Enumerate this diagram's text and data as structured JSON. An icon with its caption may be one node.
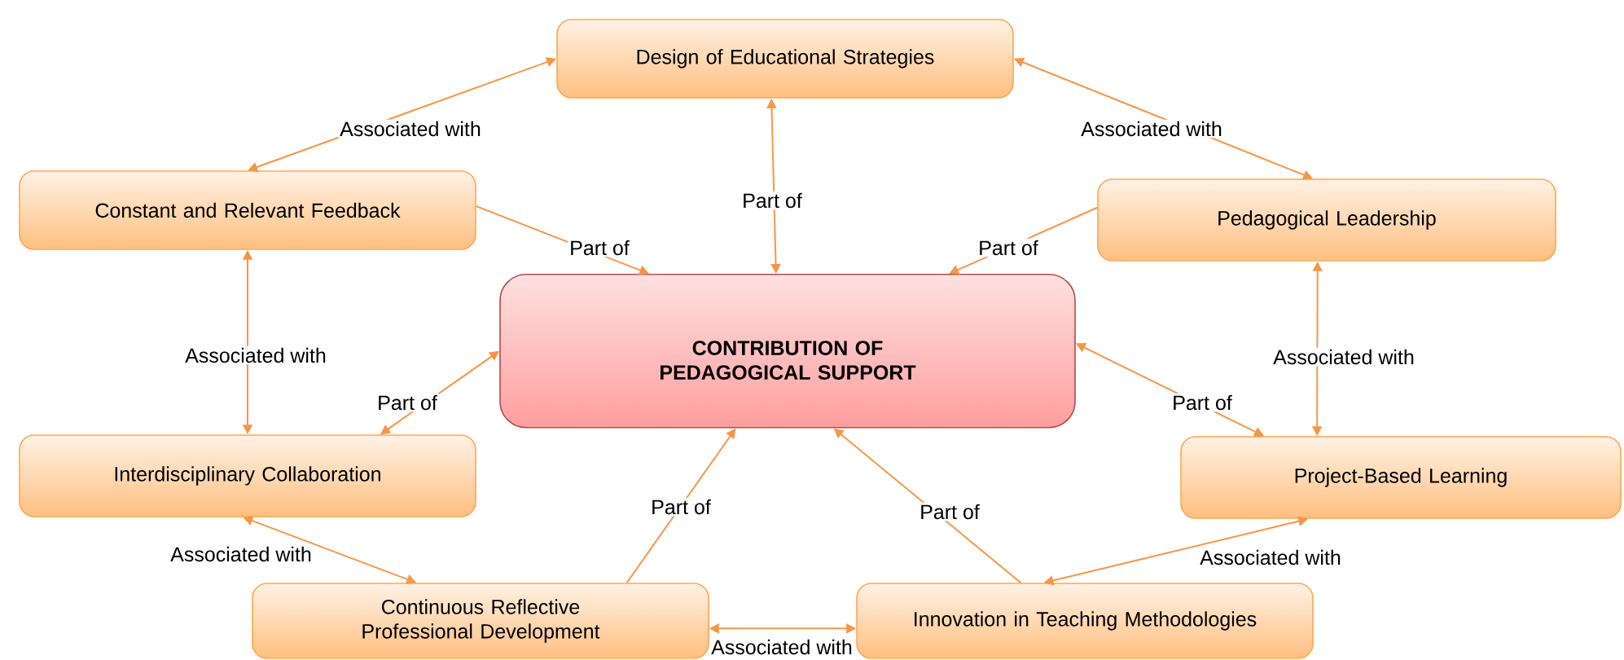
{
  "diagram": {
    "nodes": [
      {
        "text": [
          "Design of Educational Strategies"
        ]
      },
      {
        "text": [
          "Constant and Relevant Feedback"
        ]
      },
      {
        "text": [
          "Pedagogical Leadership"
        ]
      },
      {
        "text": [
          "CONTRIBUTION OF PEDAGOGICAL SUPPORT"
        ]
      },
      {
        "text": [
          "Interdisciplinary Collaboration"
        ]
      },
      {
        "text": [
          "Project-Based Learning"
        ]
      },
      {
        "text": [
          "Continuous Reflective Professional Development"
        ]
      },
      {
        "text": [
          "Innovation in Teaching Methodologies"
        ]
      }
    ],
    "edges": [
      {
        "from": 0,
        "to": 1,
        "arrow": "both",
        "label": "Associated with"
      },
      {
        "from": 0,
        "to": 2,
        "arrow": "both",
        "label": "Associated with"
      },
      {
        "from": 0,
        "to": 3,
        "arrow": "both",
        "label": "Part of"
      },
      {
        "from": 1,
        "to": 3,
        "arrow": "to",
        "label": "Part of"
      },
      {
        "from": 2,
        "to": 3,
        "arrow": "to",
        "label": "Part of"
      },
      {
        "from": 1,
        "to": 4,
        "arrow": "both",
        "label": "Associated with"
      },
      {
        "from": 4,
        "to": 3,
        "arrow": "both",
        "label": "Part of"
      },
      {
        "from": 3,
        "to": 5,
        "arrow": "both",
        "label": "Part of"
      },
      {
        "from": 2,
        "to": 5,
        "arrow": "both",
        "label": "Associated with"
      },
      {
        "from": 4,
        "to": 6,
        "arrow": "both",
        "label": "Associated with"
      },
      {
        "from": 6,
        "to": 3,
        "arrow": "to",
        "label": "Part of"
      },
      {
        "from": 7,
        "to": 3,
        "arrow": "to",
        "label": "Part of"
      },
      {
        "from": 5,
        "to": 7,
        "arrow": "both",
        "label": "Associated with"
      },
      {
        "from": 6,
        "to": 7,
        "arrow": "both",
        "label": "Associated with"
      }
    ]
  }
}
